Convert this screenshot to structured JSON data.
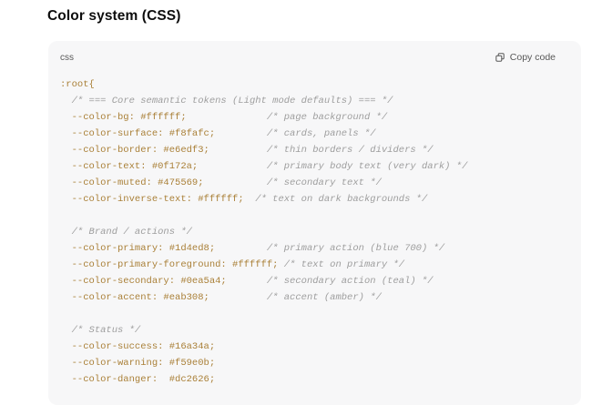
{
  "page": {
    "title": "Color system (CSS)"
  },
  "code_block": {
    "language_label": "css",
    "copy_button": {
      "label": "Copy code",
      "icon": "copy-icon"
    },
    "colors": {
      "block_bg": "#f7f7f8",
      "code_text": "#aa8038",
      "comment_text": "#9e9e9e",
      "header_text": "#585858",
      "title_text": "#0d0d0d"
    },
    "lines": [
      {
        "code": ":root{",
        "comment": ""
      },
      {
        "code": "  ",
        "comment": "/* === Core semantic tokens (Light mode defaults) === */"
      },
      {
        "code": "  --color-bg: #ffffff;              ",
        "comment": "/* page background */"
      },
      {
        "code": "  --color-surface: #f8fafc;         ",
        "comment": "/* cards, panels */"
      },
      {
        "code": "  --color-border: #e6edf3;          ",
        "comment": "/* thin borders / dividers */"
      },
      {
        "code": "  --color-text: #0f172a;            ",
        "comment": "/* primary body text (very dark) */"
      },
      {
        "code": "  --color-muted: #475569;           ",
        "comment": "/* secondary text */"
      },
      {
        "code": "  --color-inverse-text: #ffffff;  ",
        "comment": "/* text on dark backgrounds */"
      },
      {
        "code": "",
        "comment": ""
      },
      {
        "code": "  ",
        "comment": "/* Brand / actions */"
      },
      {
        "code": "  --color-primary: #1d4ed8;         ",
        "comment": "/* primary action (blue 700) */"
      },
      {
        "code": "  --color-primary-foreground: #ffffff; ",
        "comment": "/* text on primary */"
      },
      {
        "code": "  --color-secondary: #0ea5a4;       ",
        "comment": "/* secondary action (teal) */"
      },
      {
        "code": "  --color-accent: #eab308;          ",
        "comment": "/* accent (amber) */"
      },
      {
        "code": "",
        "comment": ""
      },
      {
        "code": "  ",
        "comment": "/* Status */"
      },
      {
        "code": "  --color-success: #16a34a;",
        "comment": ""
      },
      {
        "code": "  --color-warning: #f59e0b;",
        "comment": ""
      },
      {
        "code": "  --color-danger:  #dc2626;",
        "comment": ""
      }
    ]
  }
}
